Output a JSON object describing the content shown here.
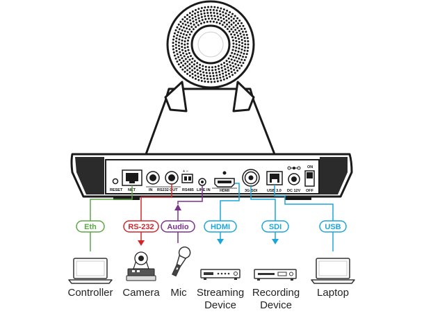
{
  "ports": {
    "reset": "RESET",
    "net": "NET",
    "in": "IN",
    "rs232": "RS232",
    "out": "OUT",
    "rs485": "RS485",
    "plus_minus": "+ −",
    "line_in": "LINE IN",
    "hdmi": "HDMI",
    "sdi": "3G-SDI",
    "usb": "USB 3.0",
    "dc": "DC 12V",
    "on": "ON",
    "off": "OFF"
  },
  "connections": [
    {
      "label": "Eth",
      "color": "#5aa845"
    },
    {
      "label": "RS-232",
      "color": "#d0262b"
    },
    {
      "label": "Audio",
      "color": "#7b2f8e"
    },
    {
      "label": "HDMI",
      "color": "#1aa6dc"
    },
    {
      "label": "SDI",
      "color": "#1aa6dc"
    },
    {
      "label": "USB",
      "color": "#1aa6dc"
    }
  ],
  "devices": [
    {
      "line1": "Controller",
      "line2": "",
      "icon": "laptop-icon"
    },
    {
      "line1": "Camera",
      "line2": "",
      "icon": "ptz-camera-icon"
    },
    {
      "line1": "Mic",
      "line2": "",
      "icon": "microphone-icon"
    },
    {
      "line1": "Streaming",
      "line2": "Device",
      "icon": "streaming-device-icon"
    },
    {
      "line1": "Recording",
      "line2": "Device",
      "icon": "recording-device-icon"
    },
    {
      "line1": "Laptop",
      "line2": "",
      "icon": "laptop-icon"
    }
  ]
}
